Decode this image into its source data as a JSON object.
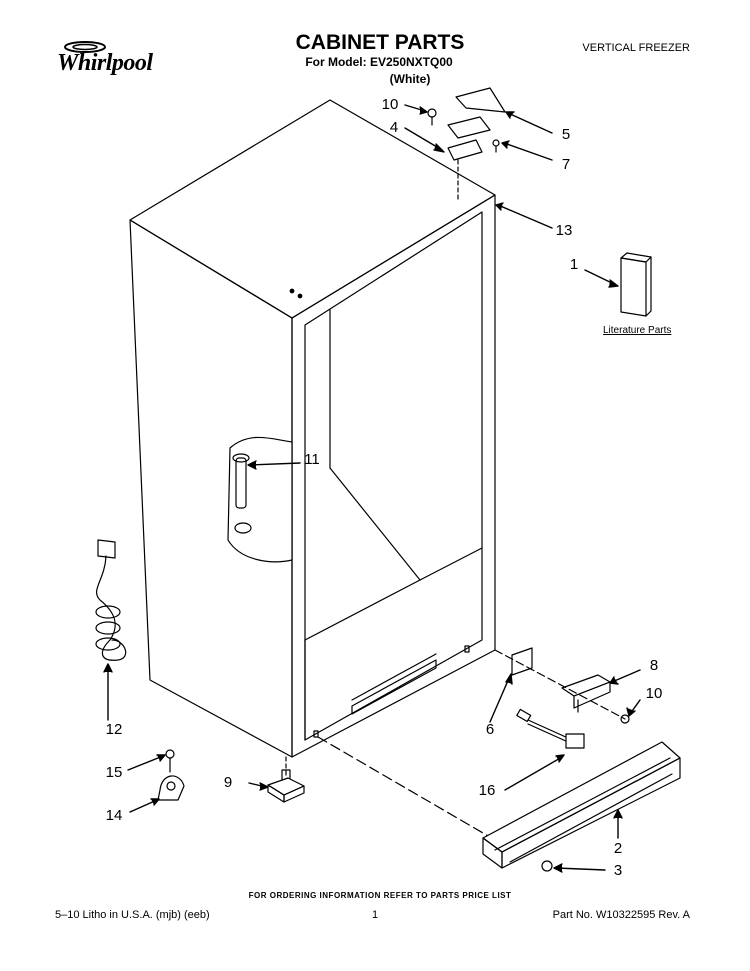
{
  "brand": "Whirlpool",
  "header": {
    "title": "CABINET PARTS",
    "model_line": "For Model: EV250NXTQ00",
    "color": "(White)",
    "category": "VERTICAL FREEZER"
  },
  "literature_label": "Literature Parts",
  "callouts": {
    "c1": "1",
    "c2": "2",
    "c3": "3",
    "c4": "4",
    "c5": "5",
    "c6": "6",
    "c7": "7",
    "c8": "8",
    "c9": "9",
    "c10a": "10",
    "c10b": "10",
    "c11": "11",
    "c12": "12",
    "c13": "13",
    "c14": "14",
    "c15": "15",
    "c16": "16"
  },
  "footer": {
    "ordering_note": "FOR ORDERING INFORMATION REFER TO PARTS PRICE LIST",
    "litho": "5–10 Litho in U.S.A. (mjb) (eeb)",
    "page": "1",
    "part_number": "Part No. W10322595 Rev. A"
  }
}
